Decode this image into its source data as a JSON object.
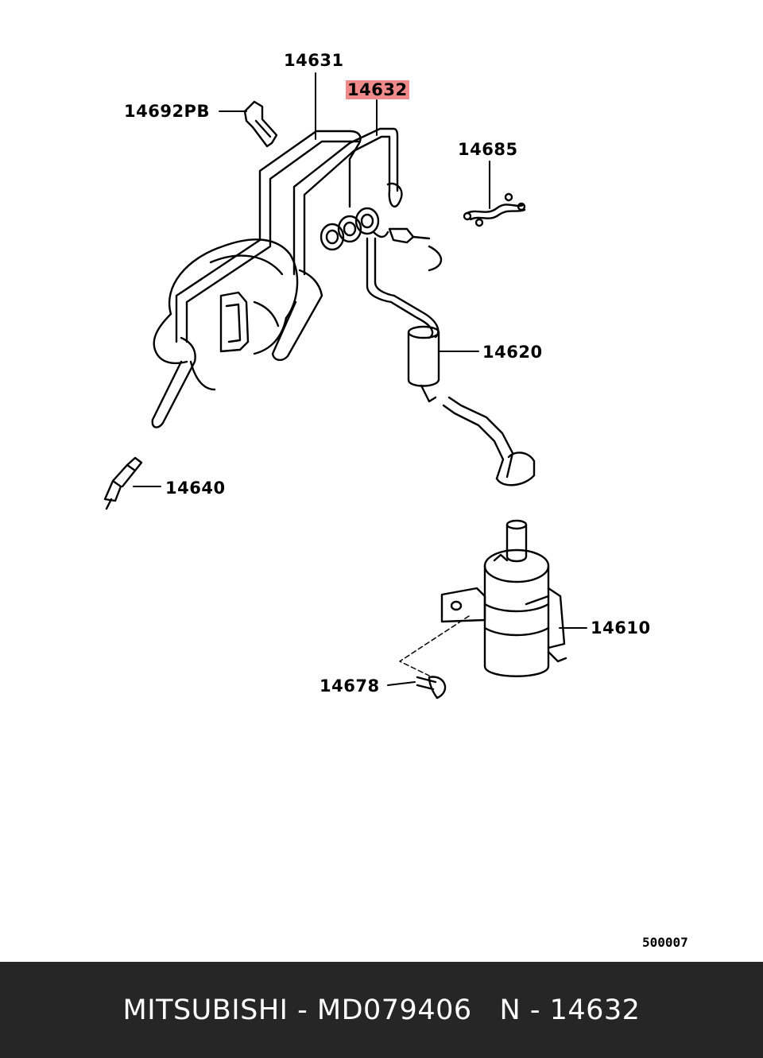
{
  "parts": {
    "p14631": "14631",
    "p14632": "14632",
    "p14692PB": "14692PB",
    "p14685": "14685",
    "p14620": "14620",
    "p14640": "14640",
    "p14610": "14610",
    "p14678": "14678"
  },
  "highlight_color": "#f08a8a",
  "figure_ref": "500007",
  "footer": {
    "brand": "MITSUBISHI",
    "sep1": " - ",
    "part_number": "MD079406",
    "gap": "   ",
    "prefix": "N",
    "sep2": " - ",
    "part_code": "14632"
  }
}
